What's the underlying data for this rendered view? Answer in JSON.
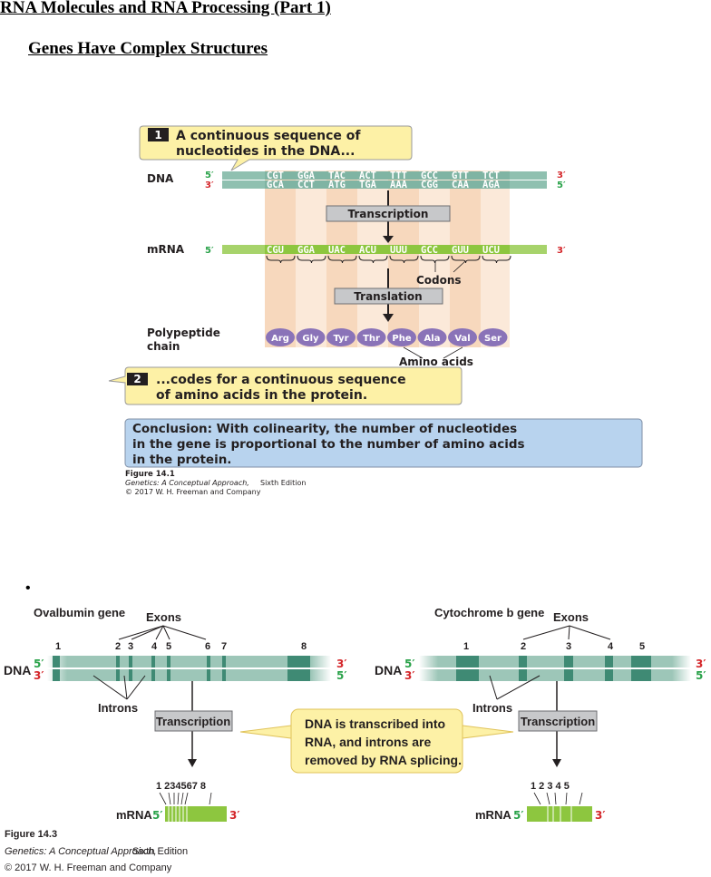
{
  "document": {
    "title": "RNA Molecules and RNA Processing (Part 1)",
    "subtitle": "Genes Have Complex Structures",
    "bullet": "•"
  },
  "figure1": {
    "step1_number": "1",
    "step1_line1": "A continuous sequence of",
    "step1_line2": "nucleotides in the DNA...",
    "dna_label": "DNA",
    "dna_top_5": "5′",
    "dna_top_3": "3′",
    "dna_bottom_3": "3′",
    "dna_bottom_5": "5′",
    "dna_top_codons": [
      "CGT",
      "GGA",
      "TAC",
      "ACT",
      "TTT",
      "GCC",
      "GTT",
      "TCT"
    ],
    "dna_bottom_codons": [
      "GCA",
      "CCT",
      "ATG",
      "TGA",
      "AAA",
      "CGG",
      "CAA",
      "AGA"
    ],
    "transcription": "Transcription",
    "mrna_label": "mRNA",
    "mrna_5": "5′",
    "mrna_3": "3′",
    "mrna_codons": [
      "CGU",
      "GGA",
      "UAC",
      "ACU",
      "UUU",
      "GCC",
      "GUU",
      "UCU"
    ],
    "codons_label": "Codons",
    "translation": "Translation",
    "polypeptide_line1": "Polypeptide",
    "polypeptide_line2": "chain",
    "amino_acids": [
      "Arg",
      "Gly",
      "Tyr",
      "Thr",
      "Phe",
      "Ala",
      "Val",
      "Ser"
    ],
    "amino_acids_label": "Amino acids",
    "step2_number": "2",
    "step2_line1": "...codes for a continuous sequence",
    "step2_line2": "of amino acids in the protein.",
    "conclusion_line1": "Conclusion: With colinearity, the number of nucleotides",
    "conclusion_line2": "in the gene is proportional to the number of amino acids",
    "conclusion_line3": "in the protein.",
    "caption_figure": "Figure 14.1",
    "caption_book": "Genetics: A Conceptual Approach,",
    "caption_edition": "Sixth Edition",
    "caption_copyright": "© 2017 W. H. Freeman and Company"
  },
  "figure2": {
    "ovalbumin_title": "Ovalbumin gene",
    "cytochrome_title": "Cytochrome b gene",
    "exons_label": "Exons",
    "introns_label": "Introns",
    "dna_label": "DNA",
    "prime5": "5′",
    "prime3": "3′",
    "ovalbumin_exon_numbers": [
      "1",
      "2",
      "3",
      "4",
      "5",
      "6",
      "7",
      "8"
    ],
    "cytochrome_exon_numbers": [
      "1",
      "2",
      "3",
      "4",
      "5"
    ],
    "transcription": "Transcription",
    "callout_line1": "DNA is transcribed into",
    "callout_line2": "RNA, and introns are",
    "callout_line3": "removed by RNA splicing.",
    "ovalbumin_mrna_numbers": "1 234567   8",
    "cytochrome_mrna_numbers": "1  2 3  4   5",
    "mrna_label": "mRNA",
    "caption_figure": "Figure 14.3",
    "caption_book": "Genetics: A Conceptual Approach,",
    "caption_edition": "Sixth Edition",
    "caption_copyright": "© 2017 W. H. Freeman and Company"
  },
  "colors": {
    "dna_strand": "#8fc0b0",
    "exon": "#3f8a74",
    "mrna_green": "#8dc63f",
    "amino_purple": "#8a73b8",
    "callout_yellow": "#fdf1a6",
    "conclusion_blue": "#b8d3ee",
    "five_prime": "#2aa24a",
    "three_prime": "#d4262a"
  }
}
